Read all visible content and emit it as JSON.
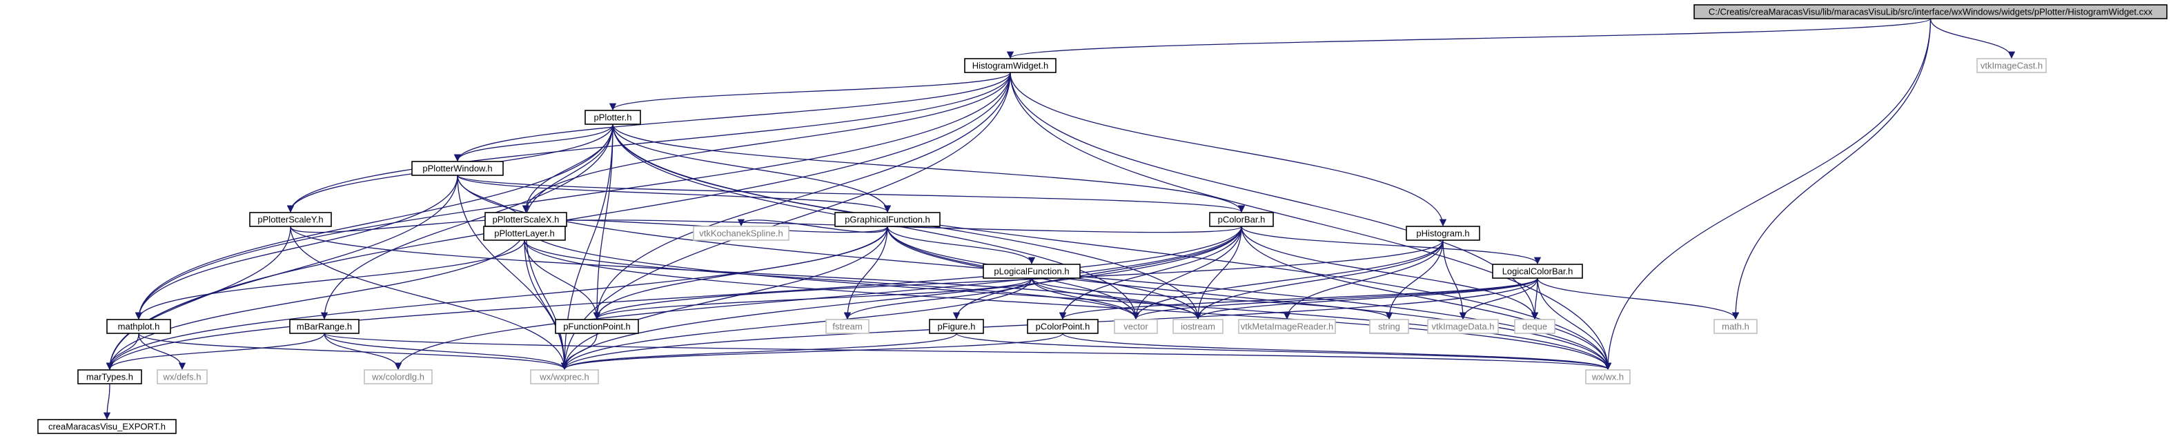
{
  "graph": {
    "edge_color": "#191970",
    "root_fill": "#bfbfbf",
    "node_fill": "#ffffff",
    "node_border": "#000000",
    "external_border": "#bfbfbf",
    "nodes": [
      {
        "id": "root",
        "label": "C:/Creatis/creaMaracasVisu/lib/maracasVisuLib/src/interface/wxWindows/widgets/pPlotter/HistogramWidget.cxx",
        "kind": "root"
      },
      {
        "id": "histogramwidget",
        "label": "HistogramWidget.h",
        "kind": "local"
      },
      {
        "id": "vtkimagecast",
        "label": "vtkImageCast.h",
        "kind": "external"
      },
      {
        "id": "pplotter",
        "label": "pPlotter.h",
        "kind": "local"
      },
      {
        "id": "pplotterwindow",
        "label": "pPlotterWindow.h",
        "kind": "local"
      },
      {
        "id": "pplotterscaley",
        "label": "pPlotterScaleY.h",
        "kind": "local"
      },
      {
        "id": "pplotterscalex",
        "label": "pPlotterScaleX.h",
        "kind": "local"
      },
      {
        "id": "pgraphicalfunction",
        "label": "pGraphicalFunction.h",
        "kind": "local"
      },
      {
        "id": "pcolorbar",
        "label": "pColorBar.h",
        "kind": "local"
      },
      {
        "id": "pplotterlayer",
        "label": "pPlotterLayer.h",
        "kind": "local"
      },
      {
        "id": "vtkkochanekspline",
        "label": "vtkKochanekSpline.h",
        "kind": "external"
      },
      {
        "id": "plogicalfunction",
        "label": "pLogicalFunction.h",
        "kind": "local"
      },
      {
        "id": "phistogram",
        "label": "pHistogram.h",
        "kind": "local"
      },
      {
        "id": "logicalcolorbar",
        "label": "LogicalColorBar.h",
        "kind": "local"
      },
      {
        "id": "mathplot",
        "label": "mathplot.h",
        "kind": "local"
      },
      {
        "id": "mbarrange",
        "label": "mBarRange.h",
        "kind": "local"
      },
      {
        "id": "pfunctionpoint",
        "label": "pFunctionPoint.h",
        "kind": "local"
      },
      {
        "id": "fstream",
        "label": "fstream",
        "kind": "external"
      },
      {
        "id": "pfigure",
        "label": "pFigure.h",
        "kind": "local"
      },
      {
        "id": "pcolorpoint",
        "label": "pColorPoint.h",
        "kind": "local"
      },
      {
        "id": "vector",
        "label": "vector",
        "kind": "external"
      },
      {
        "id": "iostream",
        "label": "iostream",
        "kind": "external"
      },
      {
        "id": "vtkmetaimagereader",
        "label": "vtkMetaImageReader.h",
        "kind": "external"
      },
      {
        "id": "string",
        "label": "string",
        "kind": "external"
      },
      {
        "id": "vtkimagedata",
        "label": "vtkImageData.h",
        "kind": "external"
      },
      {
        "id": "deque",
        "label": "deque",
        "kind": "external"
      },
      {
        "id": "math",
        "label": "math.h",
        "kind": "external"
      },
      {
        "id": "martypes",
        "label": "marTypes.h",
        "kind": "local"
      },
      {
        "id": "wxdefs",
        "label": "wx/defs.h",
        "kind": "external"
      },
      {
        "id": "wxcolordlg",
        "label": "wx/colordlg.h",
        "kind": "external"
      },
      {
        "id": "wxwxprec",
        "label": "wx/wxprec.h",
        "kind": "external"
      },
      {
        "id": "wxwx",
        "label": "wx/wx.h",
        "kind": "external"
      },
      {
        "id": "creamaracasvisuexport",
        "label": "creaMaracasVisu_EXPORT.h",
        "kind": "local"
      }
    ],
    "edges": [
      [
        "root",
        "histogramwidget"
      ],
      [
        "root",
        "vtkimagecast"
      ],
      [
        "root",
        "math"
      ],
      [
        "root",
        "wxwx"
      ],
      [
        "histogramwidget",
        "pplotter"
      ],
      [
        "histogramwidget",
        "pplotterwindow"
      ],
      [
        "histogramwidget",
        "pplotterscaley"
      ],
      [
        "histogramwidget",
        "pplotterscalex"
      ],
      [
        "histogramwidget",
        "pfunctionpoint"
      ],
      [
        "histogramwidget",
        "phistogram"
      ],
      [
        "histogramwidget",
        "deque"
      ],
      [
        "histogramwidget",
        "martypes"
      ],
      [
        "histogramwidget",
        "mathplot"
      ],
      [
        "histogramwidget",
        "wxwxprec"
      ],
      [
        "histogramwidget",
        "wxwx"
      ],
      [
        "pplotter",
        "pplotterwindow"
      ],
      [
        "pplotter",
        "pplotterscaley"
      ],
      [
        "pplotter",
        "pplotterscalex"
      ],
      [
        "pplotter",
        "pgraphicalfunction"
      ],
      [
        "pplotter",
        "pcolorbar"
      ],
      [
        "pplotter",
        "pplotterlayer"
      ],
      [
        "pplotter",
        "pfunctionpoint"
      ],
      [
        "pplotter",
        "mbarrange"
      ],
      [
        "pplotter",
        "mathplot"
      ],
      [
        "pplotter",
        "vector"
      ],
      [
        "pplotter",
        "iostream"
      ],
      [
        "pplotter",
        "wxwxprec"
      ],
      [
        "pplotter",
        "wxwx"
      ],
      [
        "pplotterwindow",
        "pgraphicalfunction"
      ],
      [
        "pplotterwindow",
        "pplotterlayer"
      ],
      [
        "pplotterwindow",
        "mathplot"
      ],
      [
        "pplotterwindow",
        "martypes"
      ],
      [
        "pplotterwindow",
        "wxwxprec"
      ],
      [
        "pplotterwindow",
        "pcolorbar"
      ],
      [
        "pplotterwindow",
        "wxwx"
      ],
      [
        "pplotterscaley",
        "pplotterlayer"
      ],
      [
        "pplotterscaley",
        "martypes"
      ],
      [
        "pplotterscaley",
        "wxwxprec"
      ],
      [
        "pplotterscaley",
        "iostream"
      ],
      [
        "pplotterscalex",
        "pplotterlayer"
      ],
      [
        "pplotterscalex",
        "martypes"
      ],
      [
        "pplotterscalex",
        "wxwxprec"
      ],
      [
        "pplotterscalex",
        "wxwx"
      ],
      [
        "pgraphicalfunction",
        "pplotterlayer"
      ],
      [
        "pgraphicalfunction",
        "vtkkochanekspline"
      ],
      [
        "pgraphicalfunction",
        "plogicalfunction"
      ],
      [
        "pgraphicalfunction",
        "pfunctionpoint"
      ],
      [
        "pgraphicalfunction",
        "fstream"
      ],
      [
        "pgraphicalfunction",
        "vector"
      ],
      [
        "pgraphicalfunction",
        "iostream"
      ],
      [
        "pgraphicalfunction",
        "wxwxprec"
      ],
      [
        "pgraphicalfunction",
        "wxwx"
      ],
      [
        "pgraphicalfunction",
        "martypes"
      ],
      [
        "pcolorbar",
        "pplotterlayer"
      ],
      [
        "pcolorbar",
        "logicalcolorbar"
      ],
      [
        "pcolorbar",
        "pfigure"
      ],
      [
        "pcolorbar",
        "pcolorpoint"
      ],
      [
        "pcolorbar",
        "vector"
      ],
      [
        "pcolorbar",
        "iostream"
      ],
      [
        "pcolorbar",
        "deque"
      ],
      [
        "pcolorbar",
        "wxcolordlg"
      ],
      [
        "pcolorbar",
        "wxwxprec"
      ],
      [
        "pcolorbar",
        "wxwx"
      ],
      [
        "pcolorbar",
        "martypes"
      ],
      [
        "pplotterlayer",
        "mathplot"
      ],
      [
        "pplotterlayer",
        "pfunctionpoint"
      ],
      [
        "pplotterlayer",
        "wxwxprec"
      ],
      [
        "pplotterlayer",
        "wxwx"
      ],
      [
        "pplotterlayer",
        "vector"
      ],
      [
        "plogicalfunction",
        "pfunctionpoint"
      ],
      [
        "plogicalfunction",
        "fstream"
      ],
      [
        "plogicalfunction",
        "vector"
      ],
      [
        "plogicalfunction",
        "iostream"
      ],
      [
        "plogicalfunction",
        "string"
      ],
      [
        "plogicalfunction",
        "wxwxprec"
      ],
      [
        "phistogram",
        "vtkmetaimagereader"
      ],
      [
        "phistogram",
        "vtkimagedata"
      ],
      [
        "phistogram",
        "string"
      ],
      [
        "phistogram",
        "vector"
      ],
      [
        "phistogram",
        "iostream"
      ],
      [
        "phistogram",
        "pfunctionpoint"
      ],
      [
        "logicalcolorbar",
        "pcolorpoint"
      ],
      [
        "logicalcolorbar",
        "vector"
      ],
      [
        "logicalcolorbar",
        "iostream"
      ],
      [
        "logicalcolorbar",
        "deque"
      ],
      [
        "logicalcolorbar",
        "math"
      ],
      [
        "logicalcolorbar",
        "vtkimagedata"
      ],
      [
        "logicalcolorbar",
        "wxwxprec"
      ],
      [
        "logicalcolorbar",
        "wxwx"
      ],
      [
        "mathplot",
        "martypes"
      ],
      [
        "mathplot",
        "wxdefs"
      ],
      [
        "mathplot",
        "wxwxprec"
      ],
      [
        "mbarrange",
        "martypes"
      ],
      [
        "mbarrange",
        "wxcolordlg"
      ],
      [
        "mbarrange",
        "wxwxprec"
      ],
      [
        "mbarrange",
        "wxwx"
      ],
      [
        "pfunctionpoint",
        "wxwxprec"
      ],
      [
        "pfigure",
        "wxwxprec"
      ],
      [
        "pfigure",
        "wxwx"
      ],
      [
        "pcolorpoint",
        "wxwxprec"
      ],
      [
        "pcolorpoint",
        "wxwx"
      ],
      [
        "martypes",
        "creamaracasvisuexport"
      ]
    ]
  }
}
